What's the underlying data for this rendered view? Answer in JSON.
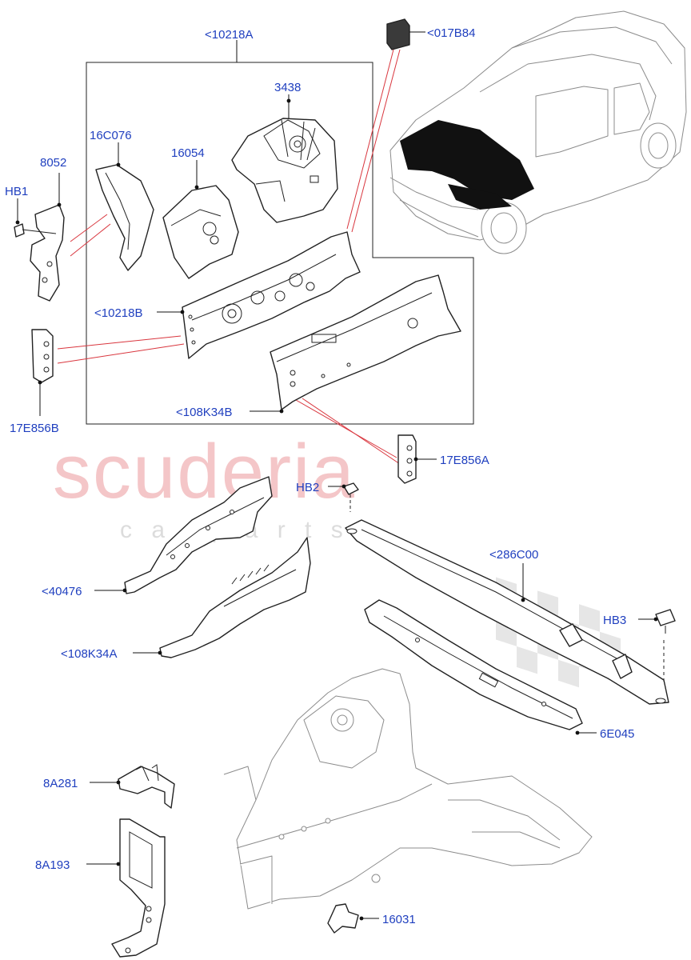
{
  "watermark": {
    "main": "scuderia",
    "sub": "c a r   p a r t s"
  },
  "callouts": [
    {
      "id": "10218A",
      "text": "<10218A"
    },
    {
      "id": "017B84",
      "text": "<017B84"
    },
    {
      "id": "3438",
      "text": "3438"
    },
    {
      "id": "16C076",
      "text": "16C076"
    },
    {
      "id": "16054",
      "text": "16054"
    },
    {
      "id": "8052",
      "text": "8052"
    },
    {
      "id": "HB1",
      "text": "HB1"
    },
    {
      "id": "10218B",
      "text": "<10218B"
    },
    {
      "id": "17E856B",
      "text": "17E856B"
    },
    {
      "id": "108K34B",
      "text": "<108K34B"
    },
    {
      "id": "17E856A",
      "text": "17E856A"
    },
    {
      "id": "HB2",
      "text": "HB2"
    },
    {
      "id": "286C00",
      "text": "<286C00"
    },
    {
      "id": "40476",
      "text": "<40476"
    },
    {
      "id": "HB3",
      "text": "HB3"
    },
    {
      "id": "108K34A",
      "text": "<108K34A"
    },
    {
      "id": "6E045",
      "text": "6E045"
    },
    {
      "id": "8A281",
      "text": "8A281"
    },
    {
      "id": "8A193",
      "text": "8A193"
    },
    {
      "id": "16031",
      "text": "16031"
    }
  ]
}
